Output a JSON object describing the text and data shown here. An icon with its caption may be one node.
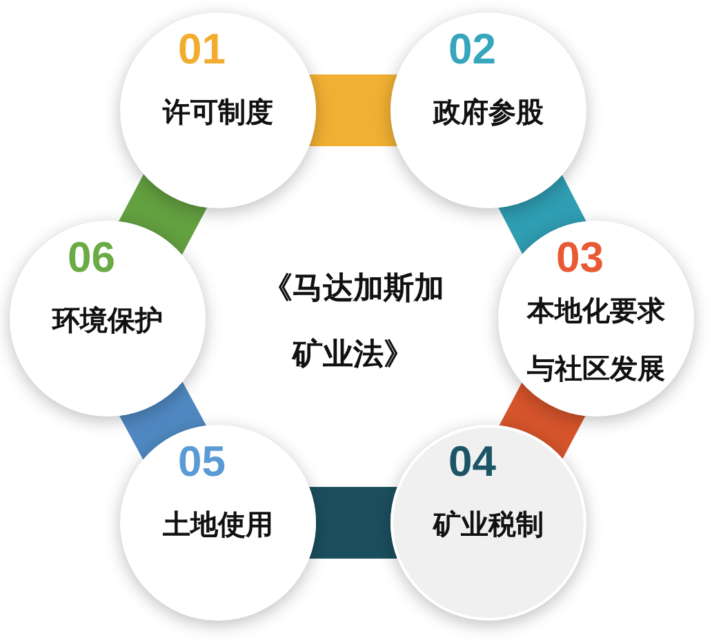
{
  "diagram": {
    "title": "《马达加斯加矿业法》",
    "nodes": [
      {
        "text": [
          "01",
          "许可制度"
        ]
      },
      {
        "text": [
          "02",
          "政府参股"
        ]
      },
      {
        "text": [
          "03",
          "本地化要求与社区发展"
        ]
      },
      {
        "text": [
          "04",
          "矿业税制"
        ]
      },
      {
        "text": [
          "05",
          "土地使用"
        ]
      },
      {
        "text": [
          "06",
          "环境保护"
        ]
      }
    ],
    "edges": [
      {
        "from": 0,
        "to": 1,
        "arrow": "none",
        "style": "thick",
        "color": "#f0b033"
      },
      {
        "from": 1,
        "to": 2,
        "arrow": "none",
        "style": "thick",
        "color": "#2f9db2"
      },
      {
        "from": 2,
        "to": 3,
        "arrow": "none",
        "style": "thick",
        "color": "#d5542b"
      },
      {
        "from": 3,
        "to": 4,
        "arrow": "none",
        "style": "thick",
        "color": "#1b4f5e"
      },
      {
        "from": 4,
        "to": 5,
        "arrow": "none",
        "style": "thick",
        "color": "#4f88c0"
      },
      {
        "from": 5,
        "to": 0,
        "arrow": "none",
        "style": "thick",
        "color": "#63a040"
      }
    ]
  }
}
